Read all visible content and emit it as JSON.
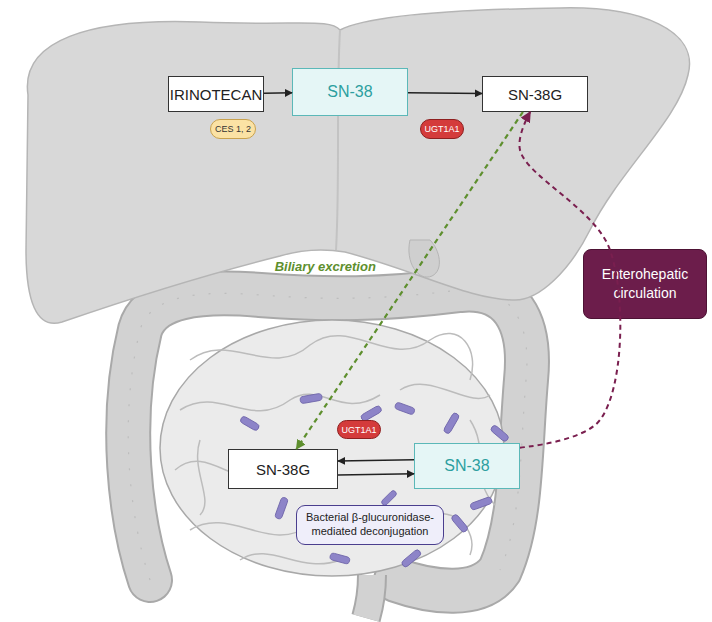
{
  "diagram": {
    "nodes": [
      {
        "text": [
          "IRINOTECAN"
        ]
      },
      {
        "text": [
          "CES 1, 2"
        ]
      },
      {
        "text": [
          "SN-38"
        ]
      },
      {
        "text": [
          "UGT1A1"
        ]
      },
      {
        "text": [
          "SN-38G"
        ]
      },
      {
        "text": [
          "SN-38G"
        ]
      },
      {
        "text": [
          "UGT1A1"
        ]
      },
      {
        "text": [
          "SN-38"
        ]
      },
      {
        "text": [
          "Bacterial β-glucuronidase-mediated deconjugation"
        ]
      },
      {
        "text": [
          "Enterohepatic circulation"
        ]
      }
    ],
    "edges": [
      {
        "from": 0,
        "to": 2,
        "arrow": "to"
      },
      {
        "from": 2,
        "to": 4,
        "arrow": "to"
      },
      {
        "from": 4,
        "to": 5,
        "label": "Biliary excretion",
        "arrow": "to"
      },
      {
        "from": 7,
        "to": 5,
        "arrow": "to"
      },
      {
        "from": 5,
        "to": 7,
        "arrow": "to"
      },
      {
        "from": 7,
        "to": 4,
        "arrow": "to"
      }
    ]
  }
}
